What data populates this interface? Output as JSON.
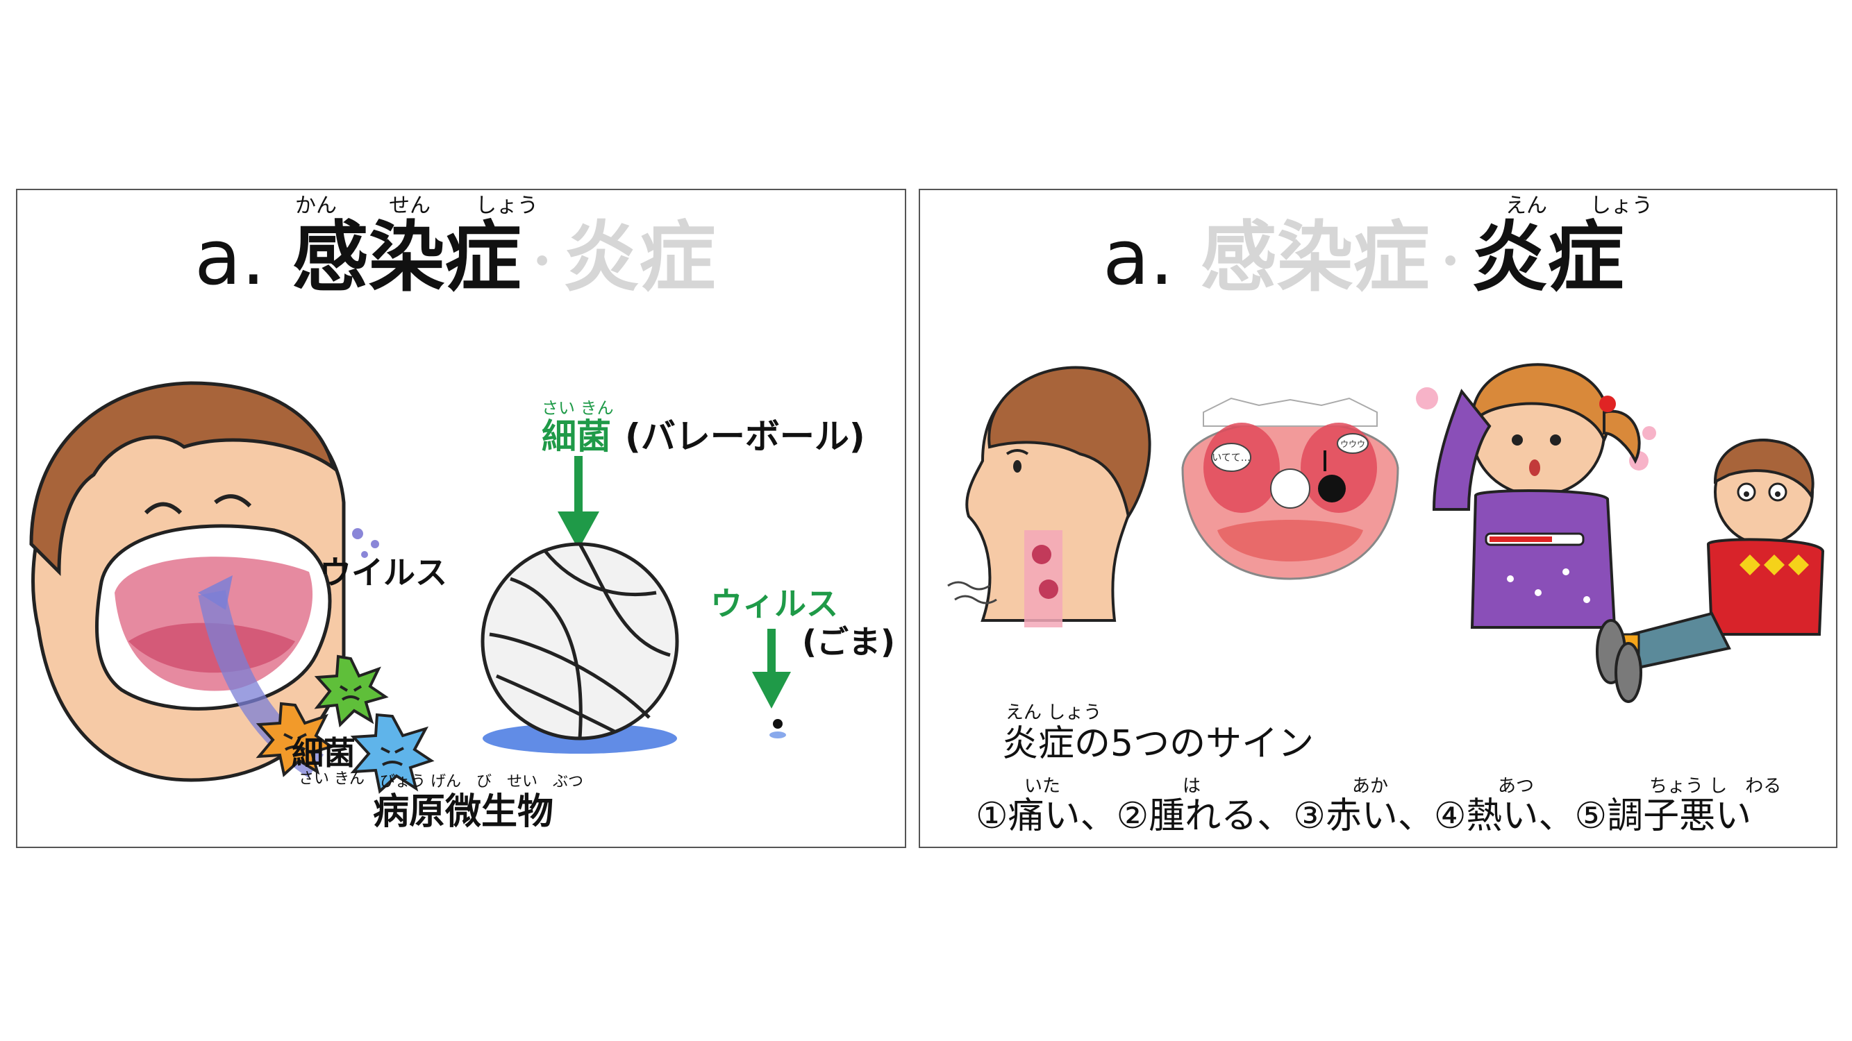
{
  "colors": {
    "green": "#1f9a48",
    "faded": "#d6d6d6",
    "skin": "#f6caa6",
    "hair": "#a8643a",
    "mouth_red": "#e24a5a",
    "blue_shadow": "#3a6fe0"
  },
  "left_slide": {
    "title_prefix": "a.",
    "title_main": "感染症",
    "title_dot": "・",
    "title_faded": "炎症",
    "ruby": [
      "かん",
      "せん",
      "しょう"
    ],
    "bacteria_ruby": "さい きん",
    "bacteria_label": "細菌",
    "bacteria_example": "(バレーボール)",
    "virus_label": "ウィルス",
    "virus_example": "(ごま)",
    "virus_in_mouth": "ウイルス",
    "bacteria_in_mouth": "細菌",
    "bacteria_in_mouth_ruby": "さい きん",
    "pathogen_ruby": "びょう げん　び　せい　ぶつ",
    "pathogen_label": "病原微生物"
  },
  "right_slide": {
    "title_prefix": "a.",
    "title_faded": "感染症",
    "title_dot": "・",
    "title_main": "炎症",
    "ruby": [
      "えん",
      "しょう"
    ],
    "signs_ruby": "えん しょう",
    "signs_heading": "炎症の5つのサイン",
    "signs_ruby_items": [
      "いた",
      "は",
      "あか",
      "あつ",
      "ちょう し　わる"
    ],
    "signs_list": "①痛い、②腫れる、③赤い、④熱い、⑤調子悪い",
    "bubble_text_1": "いてて…",
    "bubble_text_2": "ウウウ"
  }
}
